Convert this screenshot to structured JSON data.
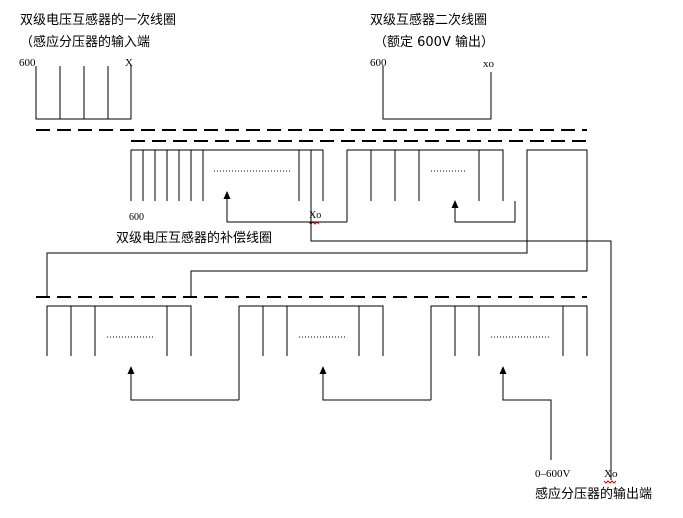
{
  "labels": {
    "primary_title": "双级电压互感器的一次线圈",
    "primary_sub": "（感应分压器的输入端",
    "primary_start": "600",
    "primary_end": "X",
    "secondary_title": "双级互感器二次线圈",
    "secondary_sub": "（额定 600V 输出）",
    "secondary_start": "600",
    "secondary_end": "xo",
    "comp_start": "600",
    "comp_end": "Xo",
    "comp_title": "双级电压互感器的补偿线圈",
    "output_range": "0–600V",
    "output_end": "Xo",
    "output_title": "感应分压器的输出端"
  }
}
